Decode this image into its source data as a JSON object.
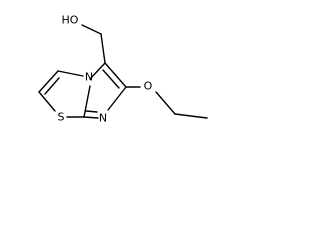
{
  "molecule": {
    "atoms": {
      "hydroxyl": "HO",
      "ring_nitrogen_bridgehead": "N",
      "ring_nitrogen_imine": "N",
      "ring_sulfur": "S",
      "ether_oxygen": "O"
    },
    "colors": {
      "bond": "#000000",
      "label": "#000000",
      "background": "#ffffff"
    }
  }
}
